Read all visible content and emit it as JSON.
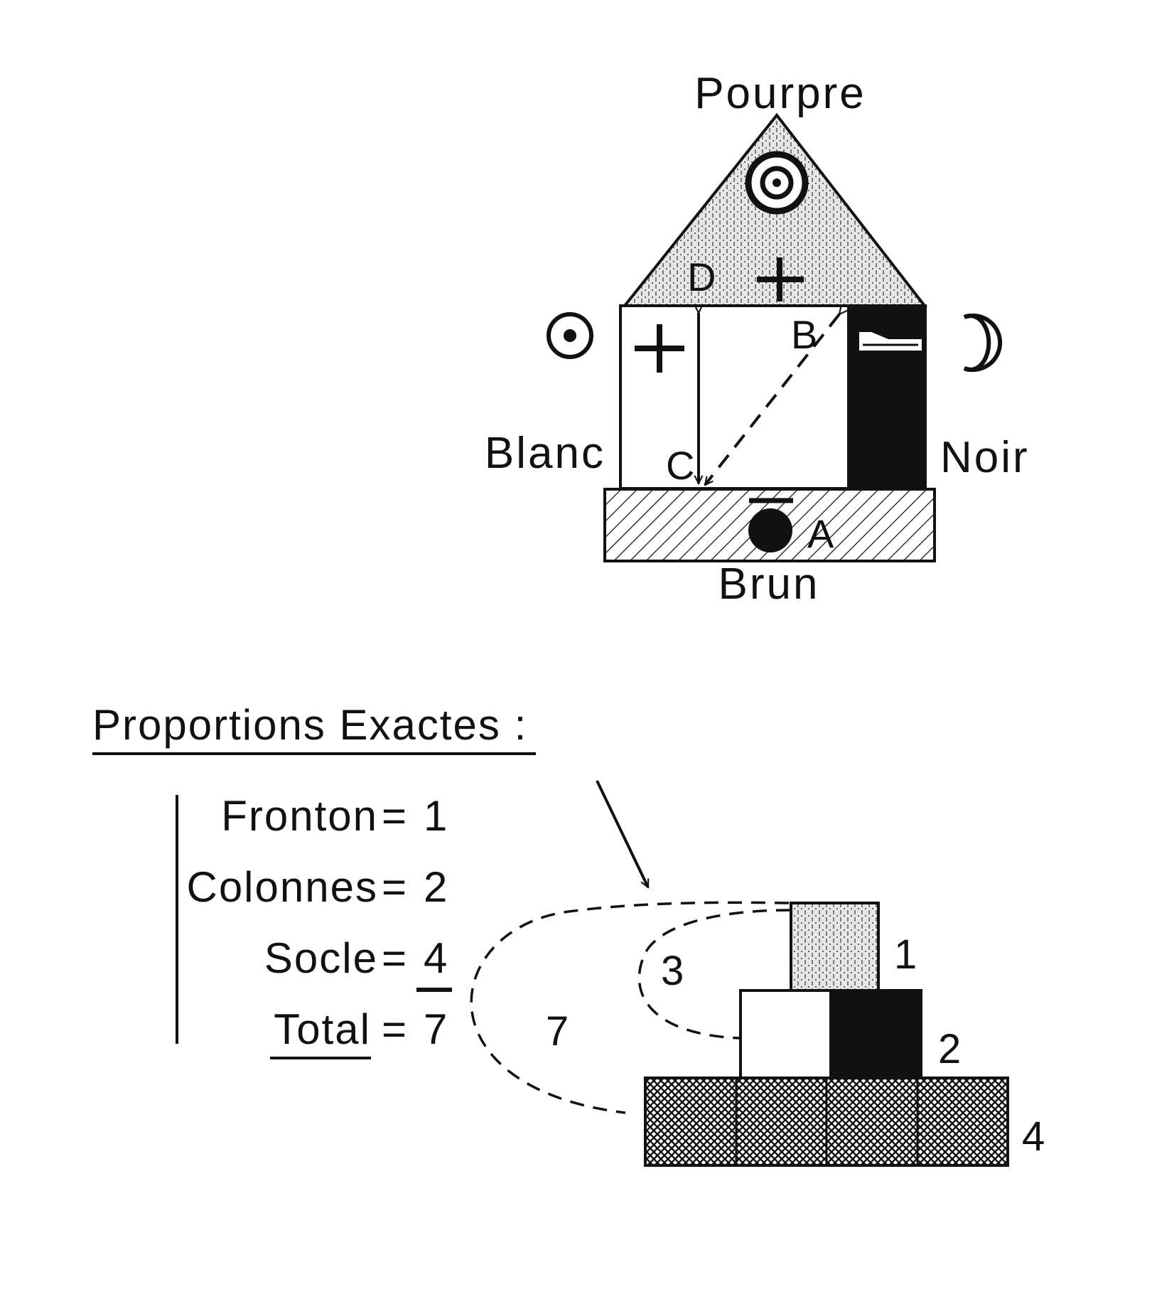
{
  "colors": {
    "ink": "#111111",
    "paper": "#ffffff",
    "stipple": "#e6e6e6"
  },
  "temple": {
    "label_top": "Pourpre",
    "label_left": "Blanc",
    "label_right": "Noir",
    "label_bottom": "Brun",
    "points": {
      "a": "A",
      "b": "B",
      "c": "C",
      "d": "D"
    },
    "symbols": {
      "pediment": "concentric-circles-icon",
      "left": "sun-circle-icon",
      "right": "crescent-moon-icon",
      "plus": "plus-sign-icon",
      "minus": "minus-sign-icon",
      "base": "filled-circle-icon"
    }
  },
  "proportions": {
    "title": "Proportions Exactes :",
    "rows": [
      {
        "name": "Fronton",
        "eq": "=",
        "value": "1"
      },
      {
        "name": "Colonnes",
        "eq": "=",
        "value": "2"
      },
      {
        "name": "Socle",
        "eq": "=",
        "value": "4"
      },
      {
        "name": "Total",
        "eq": "=",
        "value": "7"
      }
    ],
    "block_labels": {
      "fronton": "1",
      "colonnes": "2",
      "socle": "4"
    },
    "loop_labels": {
      "inner": "3",
      "outer": "7"
    }
  }
}
